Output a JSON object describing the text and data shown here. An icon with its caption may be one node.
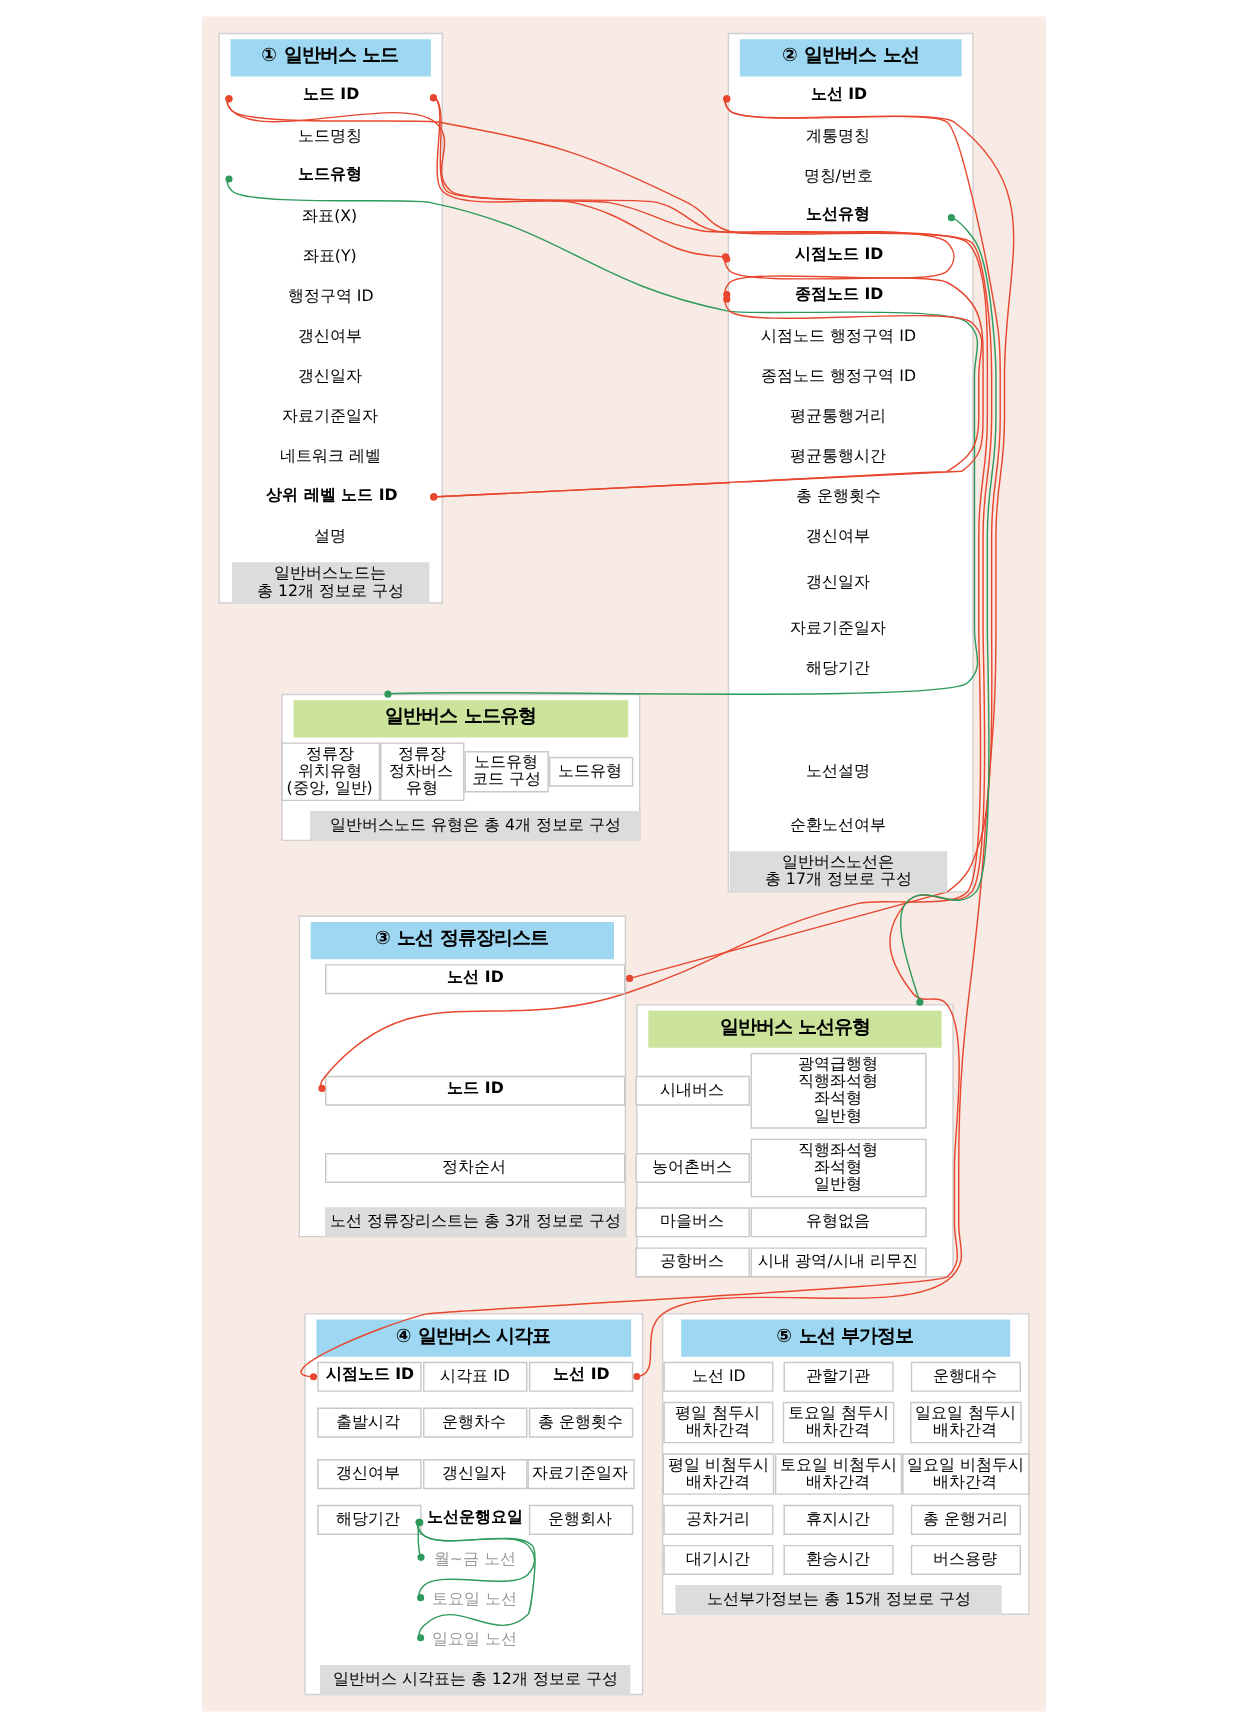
{
  "diagram": {
    "nodes": [
      {
        "text": [
          "① 일반버스 노드"
        ]
      },
      {
        "text": [
          "노드 ID"
        ],
        "in": 0
      },
      {
        "text": [
          "노드명칭"
        ],
        "in": 0
      },
      {
        "text": [
          "노드유형"
        ],
        "in": 0
      },
      {
        "text": [
          "좌표(X)"
        ],
        "in": 0
      },
      {
        "text": [
          "좌표(Y)"
        ],
        "in": 0
      },
      {
        "text": [
          "행정구역 ID"
        ],
        "in": 0
      },
      {
        "text": [
          "갱신여부"
        ],
        "in": 0
      },
      {
        "text": [
          "갱신일자"
        ],
        "in": 0
      },
      {
        "text": [
          "자료기준일자"
        ],
        "in": 0
      },
      {
        "text": [
          "네트워크 레벨"
        ],
        "in": 0
      },
      {
        "text": [
          "상위 레벨 노드 ID"
        ],
        "in": 0
      },
      {
        "text": [
          "설명"
        ],
        "in": 0
      },
      {
        "text": [
          "일반버스노드는 총 12개 정보로 구성"
        ],
        "in": 0
      },
      {
        "text": [
          "② 일반버스 노선"
        ]
      },
      {
        "text": [
          "노선 ID"
        ],
        "in": 14
      },
      {
        "text": [
          "계통명칭"
        ],
        "in": 14
      },
      {
        "text": [
          "명칭/번호"
        ],
        "in": 14
      },
      {
        "text": [
          "노선유형"
        ],
        "in": 14
      },
      {
        "text": [
          "시점노드 ID"
        ],
        "in": 14
      },
      {
        "text": [
          "종점노드 ID"
        ],
        "in": 14
      },
      {
        "text": [
          "시점노드 행정구역 ID"
        ],
        "in": 14
      },
      {
        "text": [
          "종점노드 행정구역 ID"
        ],
        "in": 14
      },
      {
        "text": [
          "평균통행거리"
        ],
        "in": 14
      },
      {
        "text": [
          "평균통행시간"
        ],
        "in": 14
      },
      {
        "text": [
          "총 운행횟수"
        ],
        "in": 14
      },
      {
        "text": [
          "갱신여부"
        ],
        "in": 14
      },
      {
        "text": [
          "갱신일자"
        ],
        "in": 14
      },
      {
        "text": [
          "자료기준일자"
        ],
        "in": 14
      },
      {
        "text": [
          "해당기간"
        ],
        "in": 14
      },
      {
        "text": [
          "노선설명"
        ],
        "in": 14
      },
      {
        "text": [
          "순환노선여부"
        ],
        "in": 14
      },
      {
        "text": [
          "일반버스노선은 총 17개 정보로 구성"
        ],
        "in": 14
      },
      {
        "text": [
          "일반버스 노드유형"
        ]
      },
      {
        "text": [
          "정류장 위치유형 (중앙, 일반)"
        ],
        "in": 33
      },
      {
        "text": [
          "정류장 정차버스 유형"
        ],
        "in": 33
      },
      {
        "text": [
          "노드유형 코드 구성"
        ],
        "in": 33
      },
      {
        "text": [
          "노드유형"
        ],
        "in": 33
      },
      {
        "text": [
          "일반버스노드 유형은 총 4개 정보로 구성"
        ],
        "in": 33
      },
      {
        "text": [
          "③ 노선 정류장리스트"
        ]
      },
      {
        "text": [
          "노선 ID"
        ],
        "in": 39
      },
      {
        "text": [
          "노드 ID"
        ],
        "in": 39
      },
      {
        "text": [
          "정차순서"
        ],
        "in": 39
      },
      {
        "text": [
          "노선 정류장리스트는 총 3개 정보로 구성"
        ],
        "in": 39
      },
      {
        "text": [
          "일반버스 노선유형"
        ]
      },
      {
        "text": [
          "시내버스"
        ],
        "in": 44
      },
      {
        "text": [
          "광역급행형 직행좌석형 좌석형 일반형"
        ],
        "in": 44
      },
      {
        "text": [
          "농어촌버스"
        ],
        "in": 44
      },
      {
        "text": [
          "직행좌석형 좌석형 일반형"
        ],
        "in": 44
      },
      {
        "text": [
          "마을버스"
        ],
        "in": 44
      },
      {
        "text": [
          "유형없음"
        ],
        "in": 44
      },
      {
        "text": [
          "공항버스"
        ],
        "in": 44
      },
      {
        "text": [
          "시내 광역/시내 리무진"
        ],
        "in": 44
      },
      {
        "text": [
          "④ 일반버스 시각표"
        ]
      },
      {
        "text": [
          "시점노드 ID"
        ],
        "in": 53
      },
      {
        "text": [
          "시각표 ID"
        ],
        "in": 53
      },
      {
        "text": [
          "노선 ID"
        ],
        "in": 53
      },
      {
        "text": [
          "출발시각"
        ],
        "in": 53
      },
      {
        "text": [
          "운행차수"
        ],
        "in": 53
      },
      {
        "text": [
          "총 운행횟수"
        ],
        "in": 53
      },
      {
        "text": [
          "갱신여부"
        ],
        "in": 53
      },
      {
        "text": [
          "갱신일자"
        ],
        "in": 53
      },
      {
        "text": [
          "자료기준일자"
        ],
        "in": 53
      },
      {
        "text": [
          "해당기간"
        ],
        "in": 53
      },
      {
        "text": [
          "노선운행요일"
        ],
        "in": 53
      },
      {
        "text": [
          "월~금 노선"
        ],
        "in": 53
      },
      {
        "text": [
          "토요일 노선"
        ],
        "in": 53
      },
      {
        "text": [
          "일요일 노선"
        ],
        "in": 53
      },
      {
        "text": [
          "운행회사"
        ],
        "in": 53
      },
      {
        "text": [
          "일반버스 시각표는 총 12개 정보로 구성"
        ],
        "in": 53
      },
      {
        "text": [
          "⑤ 노선 부가정보"
        ]
      },
      {
        "text": [
          "노선 ID"
        ],
        "in": 70
      },
      {
        "text": [
          "관할기관"
        ],
        "in": 70
      },
      {
        "text": [
          "운행대수"
        ],
        "in": 70
      },
      {
        "text": [
          "평일 첨두시 배차간격"
        ],
        "in": 70
      },
      {
        "text": [
          "토요일 첨두시 배차간격"
        ],
        "in": 70
      },
      {
        "text": [
          "일요일 첨두시 배차간격"
        ],
        "in": 70
      },
      {
        "text": [
          "평일 비첨두시 배차간격"
        ],
        "in": 70
      },
      {
        "text": [
          "토요일 비첨두시 배차간격"
        ],
        "in": 70
      },
      {
        "text": [
          "일요일 비첨두시 배차간격"
        ],
        "in": 70
      },
      {
        "text": [
          "공차거리"
        ],
        "in": 70
      },
      {
        "text": [
          "휴지시간"
        ],
        "in": 70
      },
      {
        "text": [
          "총 운행거리"
        ],
        "in": 70
      },
      {
        "text": [
          "대기시간"
        ],
        "in": 70
      },
      {
        "text": [
          "환승시간"
        ],
        "in": 70
      },
      {
        "text": [
          "버스용량"
        ],
        "in": 70
      },
      {
        "text": [
          "노선부가정보는 총 15개 정보로 구성"
        ],
        "in": 70
      }
    ],
    "edges": [
      {
        "from": 1,
        "to": 41,
        "arrow": "other"
      },
      {
        "from": 1,
        "to": 54,
        "arrow": "other"
      },
      {
        "from": 1,
        "to": 19,
        "arrow": "other"
      },
      {
        "from": 1,
        "to": 20,
        "arrow": "other"
      },
      {
        "from": 11,
        "to": 19,
        "arrow": "other"
      },
      {
        "from": 11,
        "to": 20,
        "arrow": "other"
      },
      {
        "from": 3,
        "to": 33,
        "arrow": "other",
        "color": "#2e9a5c"
      },
      {
        "from": 15,
        "to": 40,
        "arrow": "other"
      },
      {
        "from": 15,
        "to": 56,
        "arrow": "other"
      },
      {
        "from": 18,
        "to": 44,
        "arrow": "other",
        "color": "#2e9a5c"
      },
      {
        "from": 64,
        "to": 65,
        "arrow": "other",
        "color": "#2e9a5c"
      },
      {
        "from": 64,
        "to": 66,
        "arrow": "other",
        "color": "#2e9a5c"
      },
      {
        "from": 64,
        "to": 67,
        "arrow": "other",
        "color": "#2e9a5c"
      }
    ]
  }
}
